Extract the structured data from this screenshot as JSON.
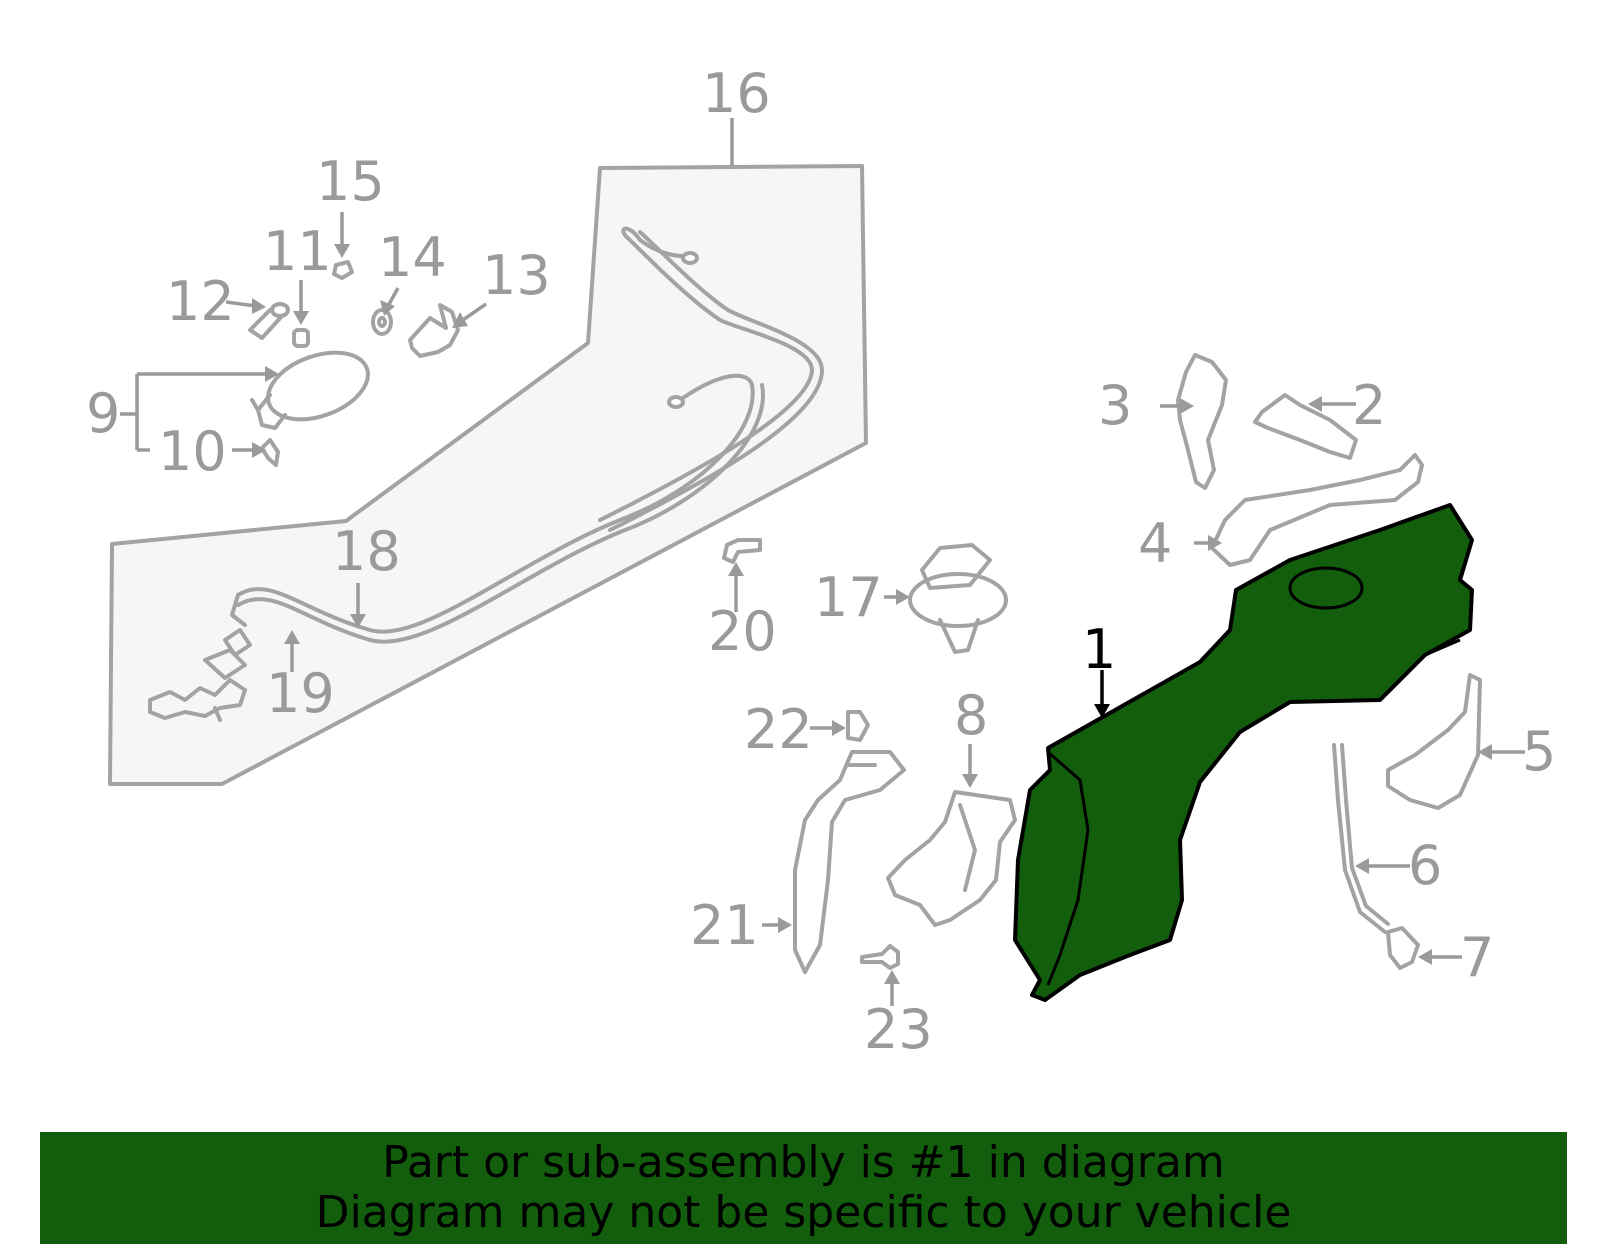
{
  "callouts": [
    {
      "id": "1",
      "label": "1"
    },
    {
      "id": "2",
      "label": "2"
    },
    {
      "id": "3",
      "label": "3"
    },
    {
      "id": "4",
      "label": "4"
    },
    {
      "id": "5",
      "label": "5"
    },
    {
      "id": "6",
      "label": "6"
    },
    {
      "id": "7",
      "label": "7"
    },
    {
      "id": "8",
      "label": "8"
    },
    {
      "id": "9",
      "label": "9"
    },
    {
      "id": "10",
      "label": "10"
    },
    {
      "id": "11",
      "label": "11"
    },
    {
      "id": "12",
      "label": "12"
    },
    {
      "id": "13",
      "label": "13"
    },
    {
      "id": "14",
      "label": "14"
    },
    {
      "id": "15",
      "label": "15"
    },
    {
      "id": "16",
      "label": "16"
    },
    {
      "id": "17",
      "label": "17"
    },
    {
      "id": "18",
      "label": "18"
    },
    {
      "id": "19",
      "label": "19"
    },
    {
      "id": "20",
      "label": "20"
    },
    {
      "id": "21",
      "label": "21"
    },
    {
      "id": "22",
      "label": "22"
    },
    {
      "id": "23",
      "label": "23"
    }
  ],
  "highlighted_part": "1",
  "colors": {
    "highlight_fill": "#125e0c",
    "banner_background": "#125e0c",
    "part_outline": "#a3a3a3",
    "callout_text": "#9a9a9a",
    "highlight_text": "#000000",
    "background": "#ffffff"
  },
  "banner": {
    "line1": "Part or sub-assembly is #1 in diagram",
    "line2": "Diagram may not be specific to your vehicle"
  }
}
